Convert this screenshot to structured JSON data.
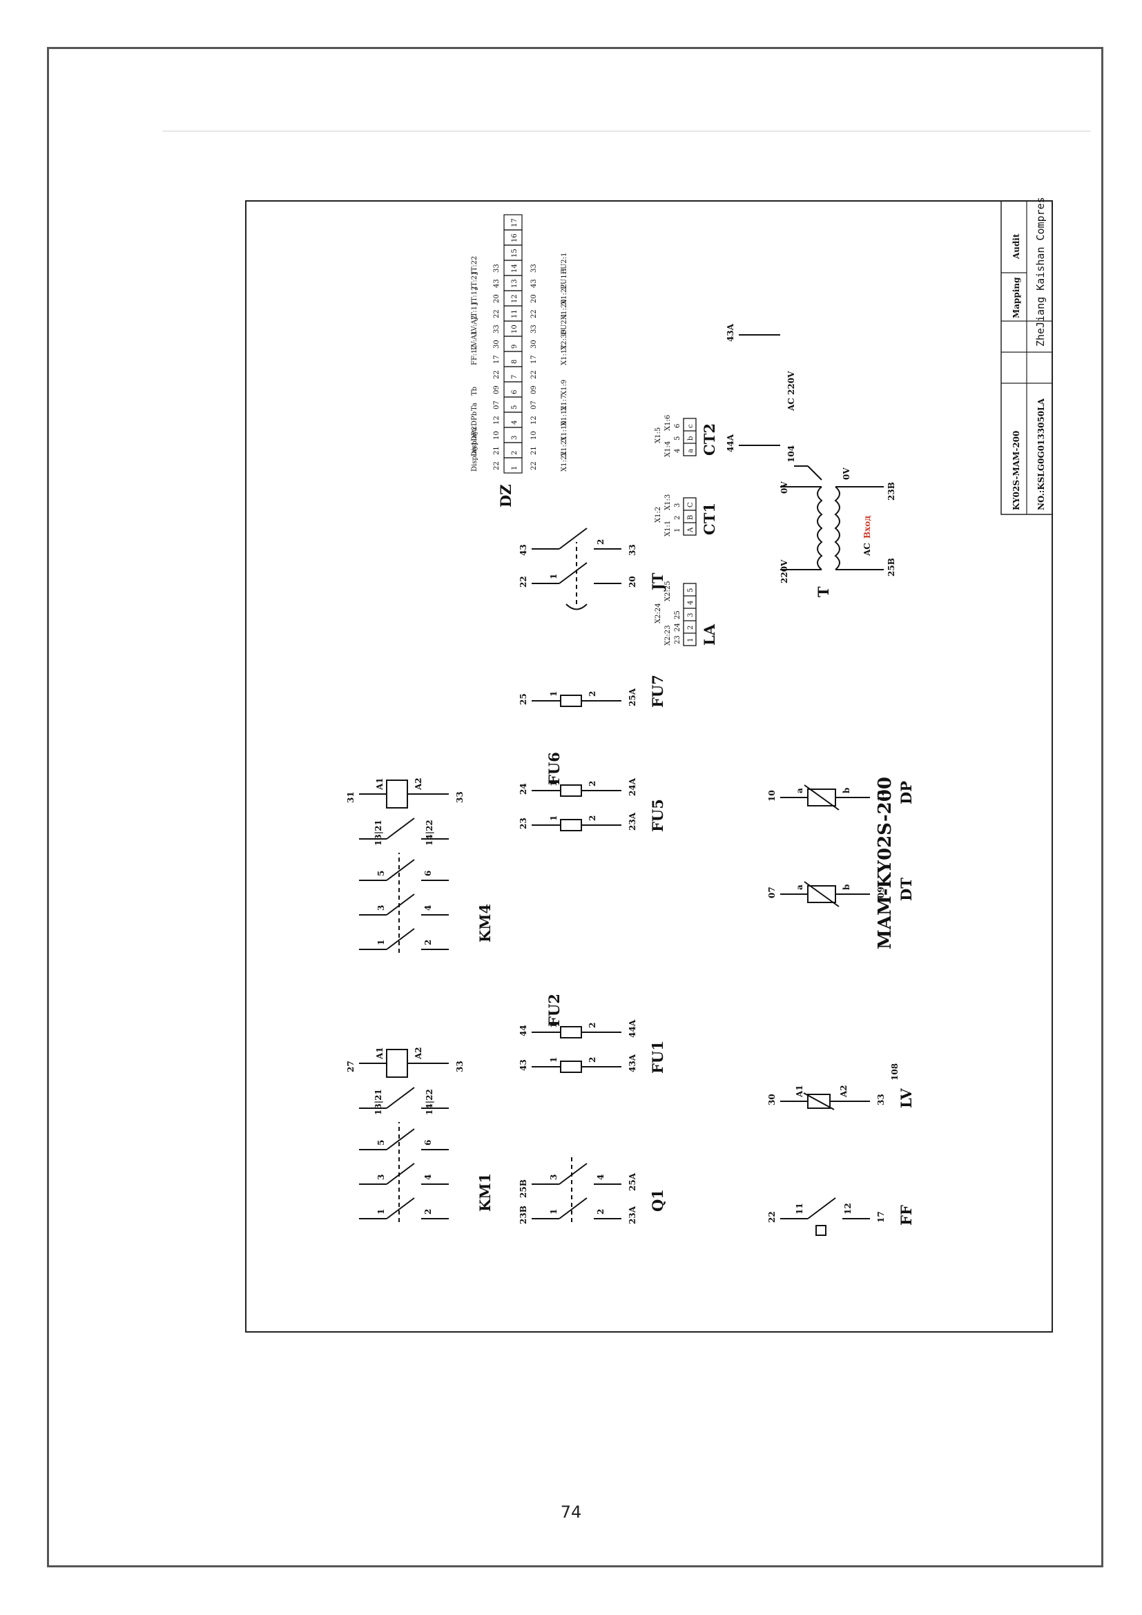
{
  "page": {
    "number": "74"
  },
  "drawing": {
    "title": "MAM-KY02S-200",
    "title_block": {
      "model": "KY02S-MAM-200",
      "drawing_no": "NO.:KSLG0G0133050LA",
      "mapping_label": "Mapping",
      "audit_label": "Audit",
      "company": "ZheJiang Kaishan Compressor Co,Ltd"
    },
    "components": {
      "km1": {
        "label": "KM1",
        "aux_contacts": "13|21",
        "aux_contacts_b": "14|22",
        "coil_a1": "A1",
        "coil_a2": "A2",
        "coil_in": "27",
        "coil_out": "33",
        "poles_top": [
          "1",
          "3",
          "5"
        ],
        "poles_bottom": [
          "2",
          "4",
          "6"
        ]
      },
      "km4": {
        "label": "KM4",
        "aux_contacts": "13|21",
        "aux_contacts_b": "14|22",
        "coil_a1": "A1",
        "coil_a2": "A2",
        "coil_in": "31",
        "coil_out": "33",
        "poles_top": [
          "1",
          "3",
          "5"
        ],
        "poles_bottom": [
          "2",
          "4",
          "6"
        ]
      },
      "q1": {
        "label": "Q1",
        "in_a": "23B",
        "in_b": "25B",
        "out_a": "23A",
        "out_b": "25A",
        "pins_top": [
          "1",
          "3"
        ],
        "pins_bottom": [
          "2",
          "4"
        ]
      },
      "fu1": {
        "label": "FU1",
        "in": "43",
        "out": "43A",
        "p1": "1",
        "p2": "2"
      },
      "fu2": {
        "label": "FU2",
        "in": "44",
        "out": "44A",
        "p1": "1",
        "p2": "2"
      },
      "fu5": {
        "label": "FU5",
        "in": "23",
        "out": "23A",
        "p1": "1",
        "p2": "2"
      },
      "fu6": {
        "label": "FU6",
        "in": "24",
        "out": "24A",
        "p1": "1",
        "p2": "2"
      },
      "fu7": {
        "label": "FU7",
        "in": "25",
        "out": "25A",
        "p1": "1",
        "p2": "2"
      },
      "jt": {
        "label": "JT",
        "in_a": "22",
        "in_b": "43",
        "out_a": "20",
        "out_b": "33",
        "p1": "1",
        "p2": "2"
      },
      "la": {
        "label": "LA",
        "rows": [
          {
            "pin": "1",
            "wire": "23",
            "term": "X2:23"
          },
          {
            "pin": "2",
            "wire": "24",
            "term": "X2:24"
          },
          {
            "pin": "3",
            "wire": "25",
            "term": "X2:25"
          },
          {
            "pin": "4",
            "wire": "",
            "term": ""
          },
          {
            "pin": "5",
            "wire": "",
            "term": ""
          }
        ]
      },
      "ct1": {
        "label": "CT1",
        "rows": [
          {
            "pin": "A",
            "wire": "1",
            "term": "X1:1"
          },
          {
            "pin": "B",
            "wire": "2",
            "term": "X1:2"
          },
          {
            "pin": "C",
            "wire": "3",
            "term": "X1:3"
          }
        ]
      },
      "ct2": {
        "label": "CT2",
        "rows": [
          {
            "pin": "a",
            "wire": "4",
            "term": "X1:4"
          },
          {
            "pin": "b",
            "wire": "5",
            "term": "X1:5"
          },
          {
            "pin": "c",
            "wire": "6",
            "term": "X1:6"
          }
        ]
      },
      "transformer": {
        "label": "T",
        "prim_in": "25B",
        "prim_out": "23B",
        "prim_v": "0V",
        "sec_v_top": "220V",
        "sec_v_bot": "0V",
        "ground": "104",
        "ac_in": "AC",
        "ac_in_red": "Вход",
        "ac_out": "AC 220V",
        "out_a": "44A",
        "out_b": "43A"
      },
      "dp": {
        "label": "DP",
        "in": "10",
        "out": "12",
        "pa": "a",
        "pb": "b"
      },
      "dt": {
        "label": "DT",
        "in": "07",
        "out": "09",
        "pa": "a",
        "pb": "b"
      },
      "lv": {
        "label": "LV",
        "in": "30",
        "out": "33",
        "a1": "A1",
        "a2": "A2",
        "ground": "108"
      },
      "ff": {
        "label": "FF",
        "in": "22",
        "out": "17",
        "p1": "11",
        "p2": "12"
      },
      "dz": {
        "label": "DZ",
        "rows": [
          {
            "left": "X1:22",
            "lw": "22",
            "pin": "1",
            "rw": "22",
            "right": "Display1"
          },
          {
            "left": "X1:21",
            "lw": "21",
            "pin": "2",
            "rw": "21",
            "right": "Display2"
          },
          {
            "left": "X1:10",
            "lw": "10",
            "pin": "3",
            "rw": "10",
            "right": "DPa"
          },
          {
            "left": "X1:12",
            "lw": "12",
            "pin": "4",
            "rw": "12",
            "right": "DPb"
          },
          {
            "left": "X1:7",
            "lw": "07",
            "pin": "5",
            "rw": "07",
            "right": "Ta"
          },
          {
            "left": "X1:9",
            "lw": "09",
            "pin": "6",
            "rw": "09",
            "right": "Tb"
          },
          {
            "left": "",
            "lw": "22",
            "pin": "7",
            "rw": "22",
            "right": ""
          },
          {
            "left": "X1:17",
            "lw": "17",
            "pin": "8",
            "rw": "17",
            "right": "FF:12"
          },
          {
            "left": "X2:30",
            "lw": "30",
            "pin": "9",
            "rw": "30",
            "right": "LV:A1"
          },
          {
            "left": "FU2:1",
            "lw": "33",
            "pin": "10",
            "rw": "33",
            "right": "LV:A2"
          },
          {
            "left": "X1:20",
            "lw": "22",
            "pin": "11",
            "rw": "22",
            "right": "JT:11"
          },
          {
            "left": "X1:22",
            "lw": "20",
            "pin": "12",
            "rw": "20",
            "right": "JT:12"
          },
          {
            "left": "FU1:1",
            "lw": "43",
            "pin": "13",
            "rw": "43",
            "right": "JT:21"
          },
          {
            "left": "FU2:1",
            "lw": "33",
            "pin": "14",
            "rw": "33",
            "right": "JT:22"
          },
          {
            "left": "",
            "lw": "",
            "pin": "15",
            "rw": "",
            "right": ""
          },
          {
            "left": "",
            "lw": "",
            "pin": "16",
            "rw": "",
            "right": ""
          },
          {
            "left": "",
            "lw": "",
            "pin": "17",
            "rw": "",
            "right": ""
          }
        ]
      }
    }
  }
}
